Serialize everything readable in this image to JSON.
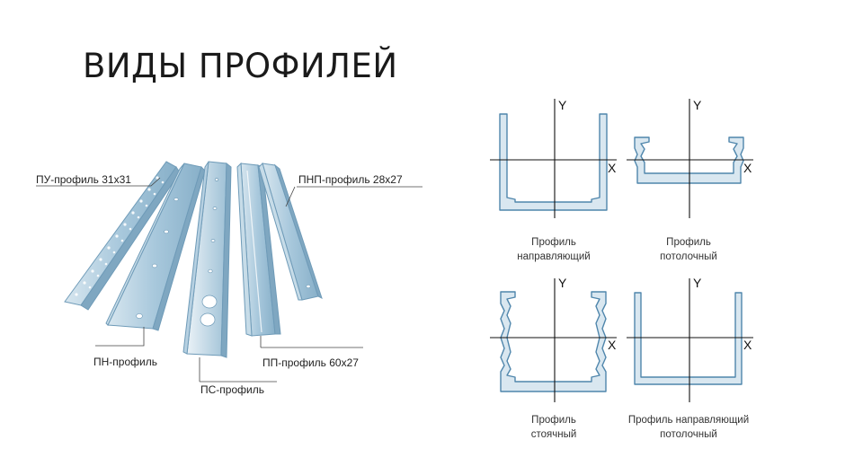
{
  "title": "ВИДЫ ПРОФИЛЕЙ",
  "left_labels": {
    "pu": "ПУ-профиль 31x31",
    "pnp": "ПНП-профиль 28x27",
    "pn": "ПН-профиль",
    "ps": "ПС-профиль",
    "pp": "ПП-профиль 60x27"
  },
  "axis": {
    "x": "X",
    "y": "Y"
  },
  "captions": {
    "guide": {
      "line1": "Профиль",
      "line2": "направляющий"
    },
    "ceiling": {
      "line1": "Профиль",
      "line2": "потолочный"
    },
    "rack": {
      "line1": "Профиль",
      "line2": "стоячный"
    },
    "guide_ceiling": {
      "line1": "Профиль направляющий",
      "line2": "потолочный"
    }
  },
  "colors": {
    "profile_fill": "#a8c8dc",
    "profile_stroke": "#6f9bb8",
    "section_fill": "#d9e7f0",
    "section_stroke": "#4f86ac"
  }
}
